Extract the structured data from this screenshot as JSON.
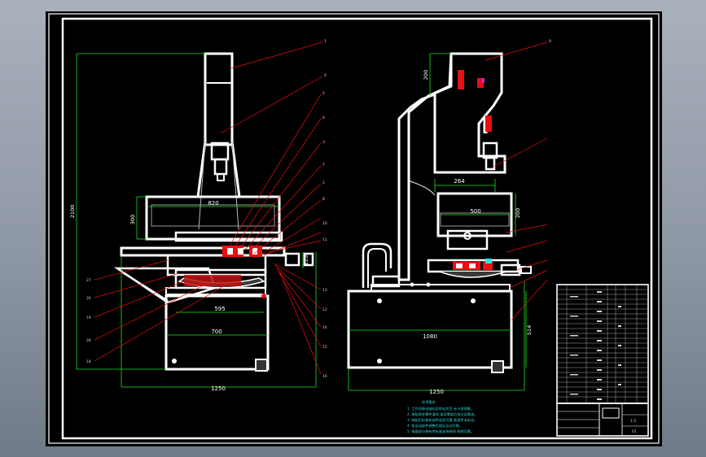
{
  "drawing": {
    "left_view": {
      "dimensions": {
        "total_height": "2100",
        "box_width": "820",
        "box_height": "300",
        "lower_inner": "595",
        "lower_base": "700",
        "overall_width": "1250",
        "side_small": "125"
      },
      "callouts_right": [
        "1",
        "4",
        "5",
        "6",
        "3",
        "7",
        "2",
        "8",
        "10",
        "11"
      ],
      "callouts_left": [
        "27",
        "26",
        "19",
        "28",
        "18"
      ],
      "callouts_bottom_right": [
        "13",
        "12",
        "14",
        "15",
        "16"
      ]
    },
    "right_view": {
      "dimensions": {
        "top_height": "200",
        "arm_width": "264",
        "box_height": "200",
        "box_width": "500",
        "base_width": "1080",
        "base_height": "514",
        "overall_width": "1250"
      },
      "callouts": [
        "9"
      ]
    },
    "notes": {
      "title": "技术要求",
      "lines": [
        "1. 工作台移动轴向及转动灵活 无卡滞现象。",
        "2. 装配前各零件清洗 油润滑部位加注润滑油。",
        "3. 装配后检查各部件连接可靠 紧固件无松动。",
        "4. 各运动部件调整后保证运动平稳。",
        "5. 电器部分按有关标准安装接线 接地可靠。"
      ]
    },
    "title_block": {
      "scale": "1:5",
      "sheet": "01"
    }
  }
}
